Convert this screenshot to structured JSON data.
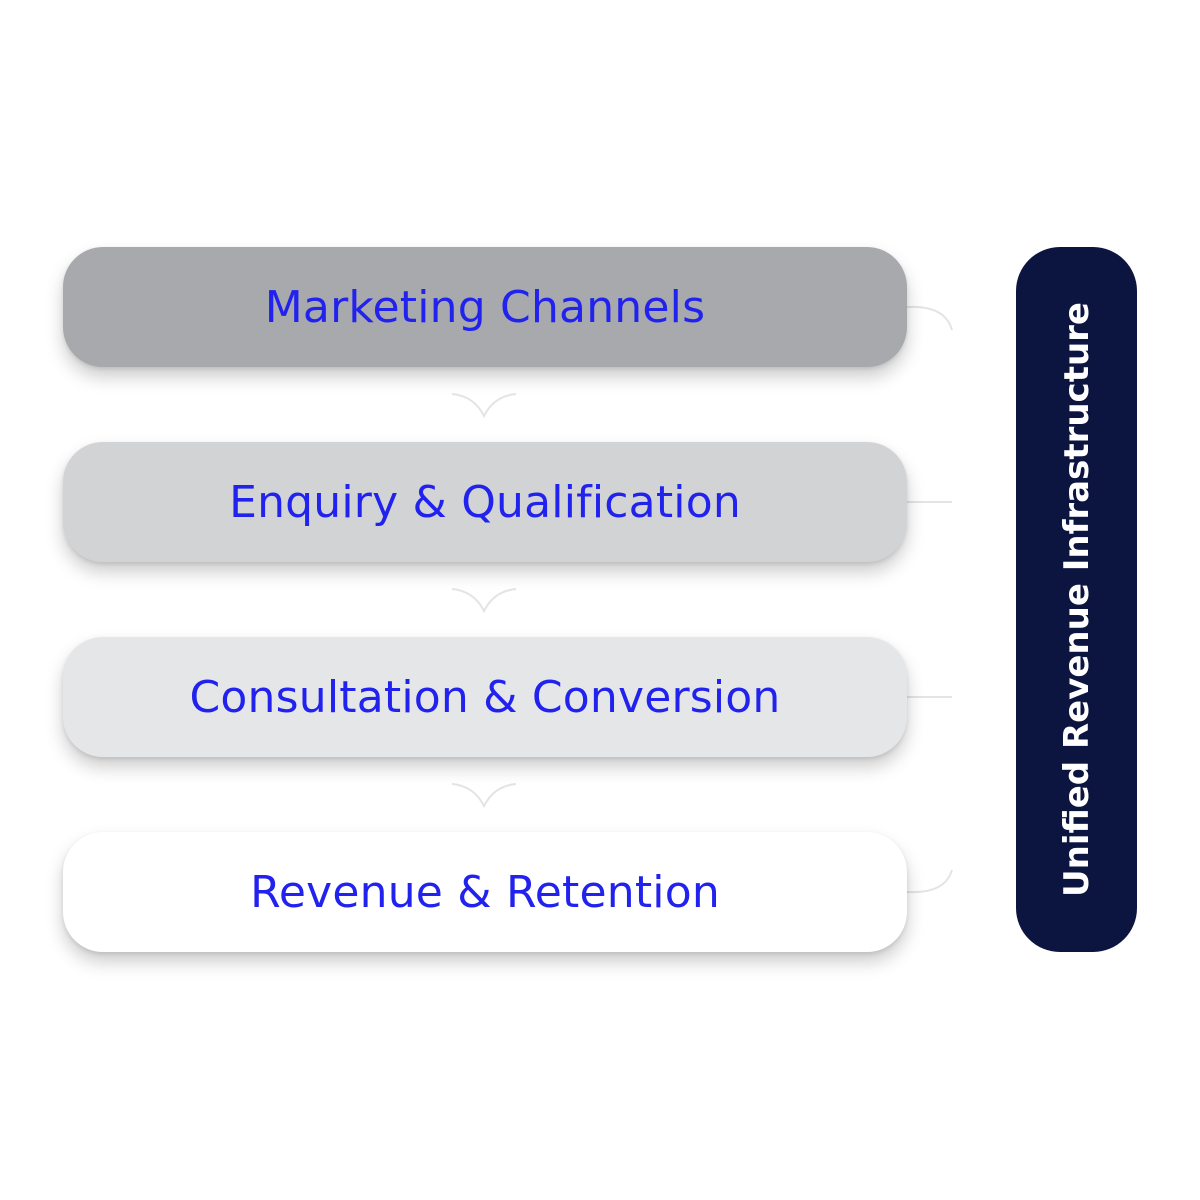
{
  "stages": [
    {
      "label": "Marketing Channels",
      "color": "#a7a9ad"
    },
    {
      "label": "Enquiry & Qualification",
      "color": "#d2d3d5"
    },
    {
      "label": "Consultation & Conversion",
      "color": "#e5e6e8"
    },
    {
      "label": "Revenue & Retention",
      "color": "#ffffff"
    }
  ],
  "sidebar": {
    "label": "Unified Revenue Infrastructure",
    "color": "#0c1440"
  },
  "text_color": "#2222ee"
}
